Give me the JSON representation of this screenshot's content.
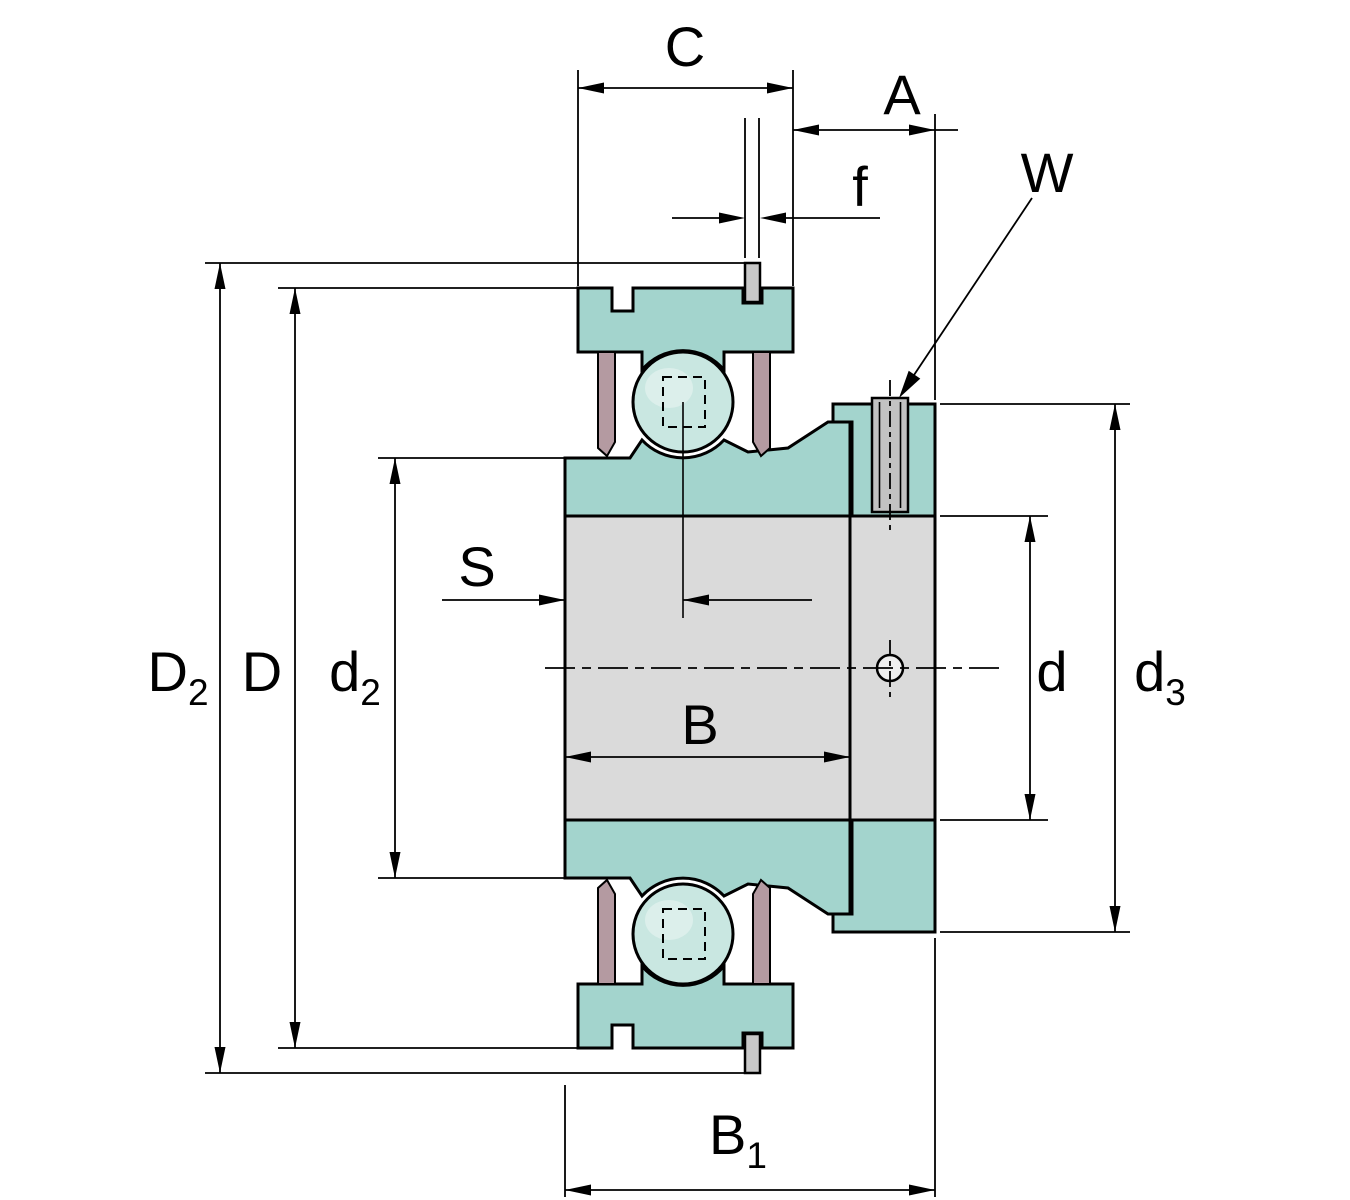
{
  "drawing": {
    "type": "technical-cross-section",
    "subject": "radial insert ball bearing with locking collar and set screw",
    "labels": {
      "C": {
        "main": "C",
        "sub": ""
      },
      "A": {
        "main": "A",
        "sub": ""
      },
      "f": {
        "main": "f",
        "sub": ""
      },
      "W": {
        "main": "W",
        "sub": ""
      },
      "D2": {
        "main": "D",
        "sub": "2"
      },
      "D": {
        "main": "D",
        "sub": ""
      },
      "d2": {
        "main": "d",
        "sub": "2"
      },
      "S": {
        "main": "S",
        "sub": ""
      },
      "B": {
        "main": "B",
        "sub": ""
      },
      "d": {
        "main": "d",
        "sub": ""
      },
      "d3": {
        "main": "d",
        "sub": "3"
      },
      "B1": {
        "main": "B",
        "sub": "1"
      }
    }
  },
  "colors": {
    "background": "#ffffff",
    "outline": "#000000",
    "teal": "#a3d4cd",
    "ball": "#c9e7e1",
    "gray": "#dadada",
    "pin": "#c8c8c8",
    "screw": "#c2c2c2",
    "seal": "#b49aa1",
    "hole": "#efefef"
  }
}
